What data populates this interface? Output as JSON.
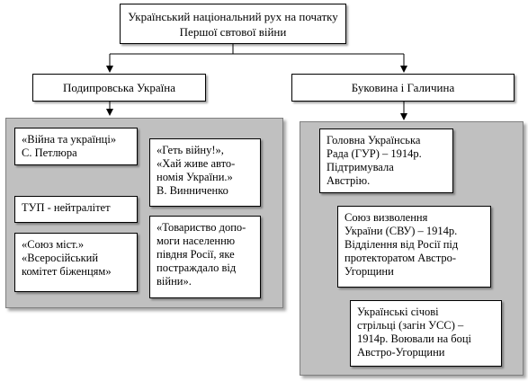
{
  "root": {
    "title_lines": [
      "Український національний рух  на початку",
      "Першої свтової війни"
    ]
  },
  "left": {
    "heading": "Подипровська Україна",
    "notes": [
      {
        "lines": [
          "«Війна та українці»",
          "С. Петлюра"
        ]
      },
      {
        "lines": [
          "«Геть війну!»,",
          "«Хай живе авто-",
          "номія України.»",
          "В. Винниченко"
        ]
      },
      {
        "lines": [
          "ТУП - нейтралітет"
        ]
      },
      {
        "lines": [
          "«Союз міст.»",
          "«Всеросійський",
          "комітет  біженцям»"
        ]
      },
      {
        "lines": [
          "«Товариство допо-",
          "моги населенню",
          "півдня Росії, яке",
          "постраждало від",
          "війни»."
        ]
      }
    ]
  },
  "right": {
    "heading": "Буковина і Галичина",
    "notes": [
      {
        "lines": [
          "Головна Українська",
          "Рада (ГУР) – 1914р.",
          "Підтримувала",
          "Австрію."
        ]
      },
      {
        "lines": [
          "Союз визволення",
          "України (СВУ) – 1914р.",
          "Відділення від Росії під",
          "протекторатом Австро-",
          "Угорщини"
        ]
      },
      {
        "lines": [
          "Українські січові",
          "стрільці  (загін УСС) –",
          "1914р. Воювали на боці",
          "Австро-Угорщини"
        ]
      }
    ]
  },
  "colors": {
    "panel_fill": "#c0c0c0",
    "box_fill": "#ffffff",
    "line": "#000000"
  }
}
